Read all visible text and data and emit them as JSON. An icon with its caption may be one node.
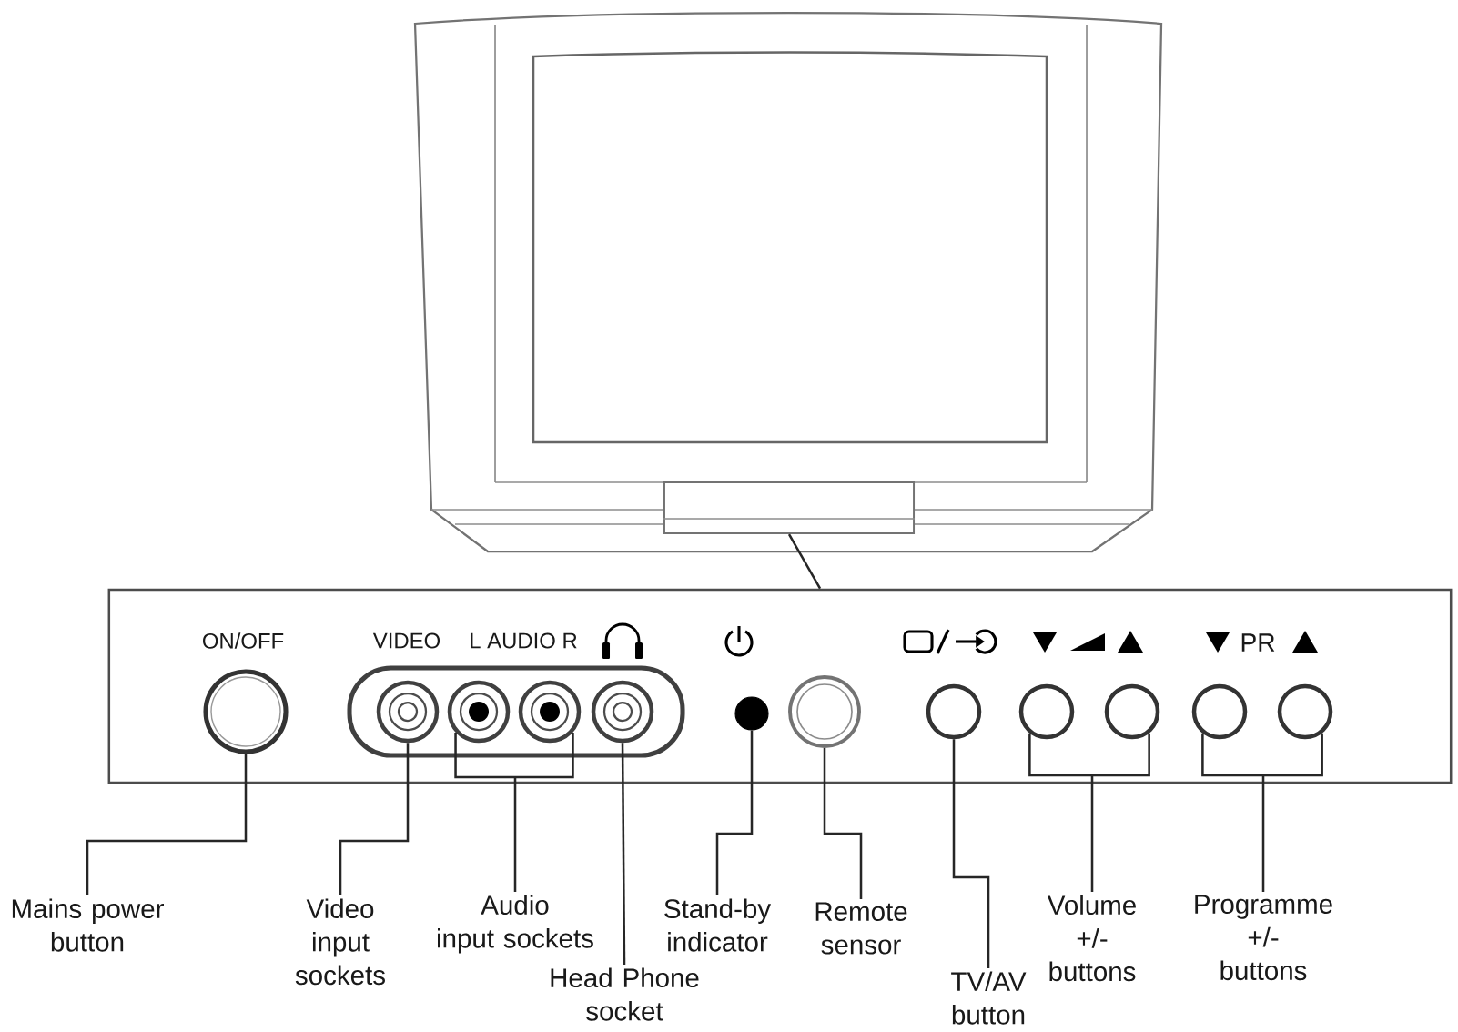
{
  "diagram": {
    "nodes": [
      {
        "text": [],
        "shape": "picture"
      },
      {
        "text": [],
        "shape": "box",
        "in": 0
      },
      {
        "text": [],
        "shape": "box"
      },
      {
        "text": [],
        "shape": "circle",
        "in": 2
      },
      {
        "text": [],
        "shape": "circle",
        "in": 2
      },
      {
        "text": [],
        "shape": "circle",
        "in": 2
      },
      {
        "text": [],
        "shape": "circle",
        "in": 2
      },
      {
        "text": [],
        "shape": "circle",
        "in": 2
      },
      {
        "text": [],
        "shape": "circle",
        "in": 2
      },
      {
        "text": [],
        "shape": "circle",
        "in": 2
      },
      {
        "text": [],
        "shape": "circle",
        "in": 2
      },
      {
        "text": [],
        "shape": "circle",
        "in": 2
      },
      {
        "text": [],
        "shape": "circle",
        "in": 2
      },
      {
        "text": [],
        "shape": "circle",
        "in": 2
      },
      {
        "text": [],
        "shape": "circle",
        "in": 2
      },
      {
        "text": [
          "Mains power button"
        ]
      },
      {
        "text": [
          "Video input sockets"
        ]
      },
      {
        "text": [
          "Audio input sockets"
        ]
      },
      {
        "text": [
          "Head Phone socket"
        ]
      },
      {
        "text": [
          "Stand-by indicator"
        ]
      },
      {
        "text": [
          "Remote sensor"
        ]
      },
      {
        "text": [
          "TV/AV button"
        ]
      },
      {
        "text": [
          "Volume +/- buttons"
        ]
      },
      {
        "text": [
          "Programme +/- buttons"
        ]
      }
    ],
    "edges": [
      {
        "from": 1,
        "to": 2,
        "arrow": "none"
      },
      {
        "from": 15,
        "to": 3,
        "arrow": "none"
      },
      {
        "from": 16,
        "to": 4,
        "arrow": "none"
      },
      {
        "from": 17,
        "to": 5,
        "arrow": "none"
      },
      {
        "from": 17,
        "to": 6,
        "arrow": "none"
      },
      {
        "from": 18,
        "to": 7,
        "arrow": "none"
      },
      {
        "from": 19,
        "to": 8,
        "arrow": "none"
      },
      {
        "from": 20,
        "to": 9,
        "arrow": "none"
      },
      {
        "from": 21,
        "to": 10,
        "arrow": "none"
      },
      {
        "from": 22,
        "to": 11,
        "arrow": "none"
      },
      {
        "from": 22,
        "to": 12,
        "arrow": "none"
      },
      {
        "from": 23,
        "to": 13,
        "arrow": "none"
      },
      {
        "from": 23,
        "to": 14,
        "arrow": "none"
      }
    ],
    "labels": [
      "ON/OFF",
      "VIDEO",
      "L AUDIO R",
      "PR"
    ]
  }
}
